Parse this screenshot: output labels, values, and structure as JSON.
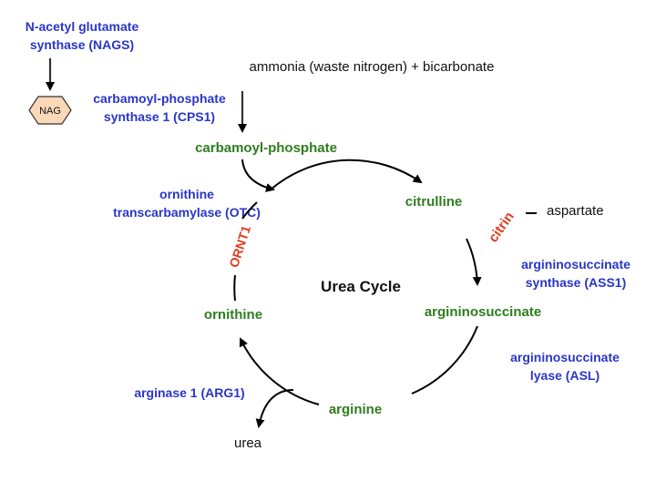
{
  "colors": {
    "enzyme": "#2a36c8",
    "metabolite": "#2e7d1f",
    "transporter": "#e03a1e",
    "plain": "#111111",
    "nag_fill": "#fbd9b8",
    "arrow": "#000000"
  },
  "enzymes": {
    "nags_line1": "N-acetyl glutamate",
    "nags_line2": "synthase (NAGS)",
    "cps1_line1": "carbamoyl-phosphate",
    "cps1_line2": "synthase 1 (CPS1)",
    "otc_line1": "ornithine",
    "otc_line2": "transcarbamylase (OTC)",
    "ass1_line1": "argininosuccinate",
    "ass1_line2": "synthase (ASS1)",
    "asl_line1": "argininosuccinate",
    "asl_line2": "lyase  (ASL)",
    "arg1": "arginase 1 (ARG1)"
  },
  "nag_badge": "NAG",
  "inputs": {
    "ammonia": "ammonia (waste nitrogen)  + bicarbonate",
    "aspartate": "aspartate",
    "urea": "urea"
  },
  "metabolites": {
    "carbamoyl_phosphate": "carbamoyl-phosphate",
    "citrulline": "citrulline",
    "argininosuccinate": "argininosuccinate",
    "arginine": "arginine",
    "ornithine": "ornithine"
  },
  "transporters": {
    "citrin": "citrin",
    "ornt1": "ORNT1"
  },
  "center_title": "Urea Cycle"
}
